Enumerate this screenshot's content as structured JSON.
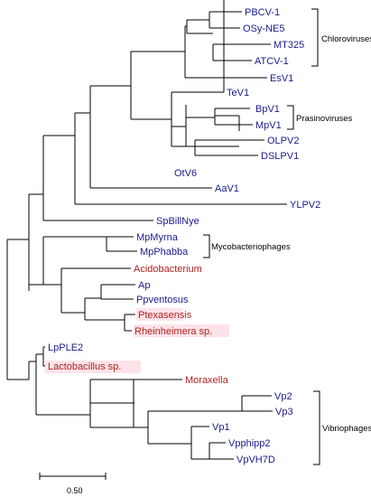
{
  "colors": {
    "virus_text": "#1a1a8c",
    "bacterium_text": "#b22222",
    "bacterium_highlight": "#fde3e8",
    "line": "#000000"
  },
  "leaves": {
    "pbcv1": "PBCV-1",
    "osyne5": "OSy-NE5",
    "mt325": "MT325",
    "atcv1": "ATCV-1",
    "esv1": "EsV1",
    "tev1": "TeV1",
    "bpv1": "BpV1",
    "mpv1": "MpV1",
    "olpv2": "OLPV2",
    "dslpv1": "DSLPV1",
    "otv6": "OtV6",
    "aav1": "AaV1",
    "ylpv2": "YLPV2",
    "spbillnye": "SpBillNye",
    "mpmyrna": "MpMyrna",
    "mpphabba": "MpPhabba",
    "acidobacterium": "Acidobacterium",
    "ap": "Ap",
    "ppventosus": "Ppventosus",
    "ptexasensis": "Ptexasensis",
    "rheinheimera": "Rheinheimera sp.",
    "lpple2": "LpPLE2",
    "lactobacillus": "Lactobacillus sp.",
    "moraxella": "Moraxella",
    "vp2": "Vp2",
    "vp3": "Vp3",
    "vp1": "Vp1",
    "vpphipp2": "Vpphipp2",
    "vpvh7d": "VpVH7D"
  },
  "groups": {
    "chloroviruses": "Chloroviruses",
    "prasinoviruses": "Prasinoviruses",
    "mycobacteriophages": "Mycobacteriophages",
    "vibriophages": "Vibriophages"
  },
  "scale_bar": {
    "label": "0.50"
  }
}
